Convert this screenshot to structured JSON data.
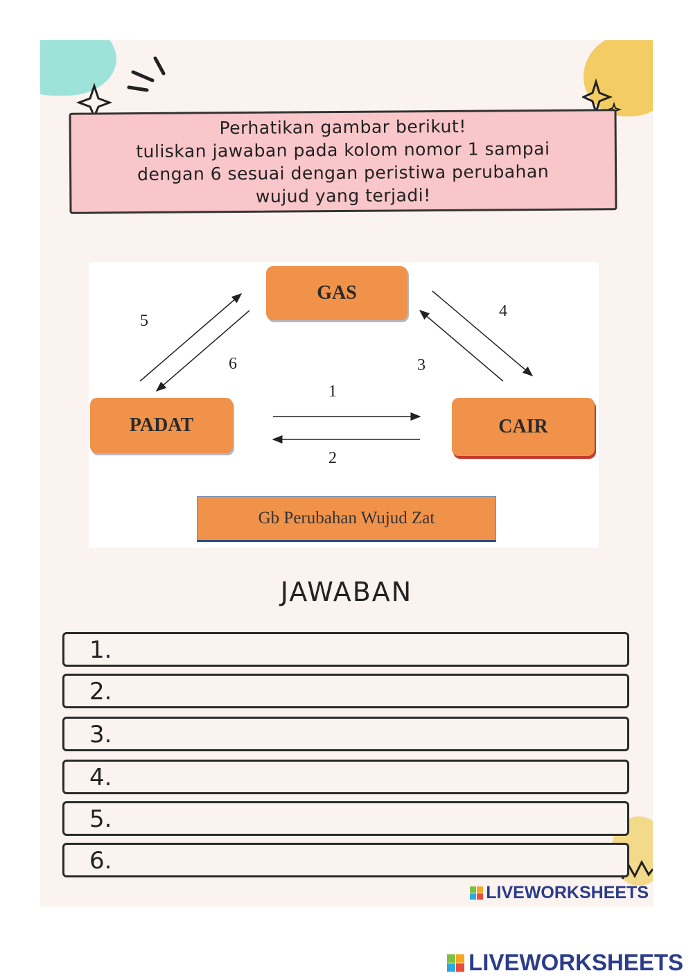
{
  "banner": {
    "lines": [
      "Perhatikan gambar berikut!",
      "tuliskan jawaban pada kolom nomor 1 sampai",
      "dengan 6 sesuai dengan peristiwa perubahan",
      "wujud yang terjadi!"
    ]
  },
  "diagram": {
    "states": {
      "gas": "GAS",
      "padat": "PADAT",
      "cair": "CAIR"
    },
    "numbers": {
      "n1": "1",
      "n2": "2",
      "n3": "3",
      "n4": "4",
      "n5": "5",
      "n6": "6"
    },
    "caption": "Gb Perubahan Wujud Zat"
  },
  "answers": {
    "title": "JAWABAN",
    "items": [
      "1.",
      "2.",
      "3.",
      "4.",
      "5.",
      "6."
    ]
  },
  "watermark": {
    "text": "LIVEWORKSHEETS"
  },
  "colors": {
    "state_box": "#f0924a",
    "banner": "#f9c6c9",
    "sheet": "#fbf3ef",
    "brand": "#2b3c8a"
  }
}
